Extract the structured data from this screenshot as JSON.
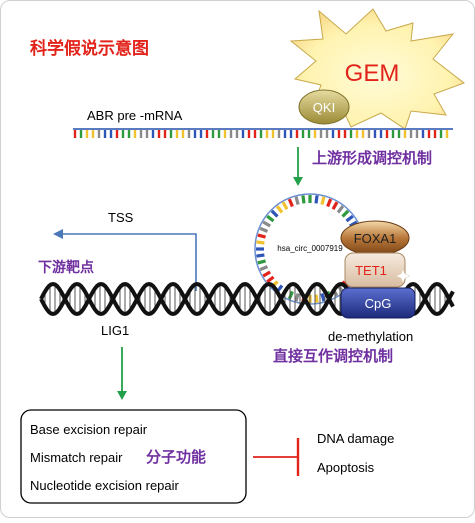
{
  "title": "科学假说示意图",
  "drug": "GEM",
  "protein_qki": "QKI",
  "pre_mrna_label": "ABR pre -mRNA",
  "upstream_label": "上游形成调控机制",
  "tss_label": "TSS",
  "circ_label": "hsa_circ_0007919",
  "foxa1_label": "FOXA1",
  "tet1_label": "TET1",
  "cpg_label": "CpG",
  "downstream_label": "下游靶点",
  "lig1_label": "LIG1",
  "demethylation_label": "de-methylation",
  "interaction_label": "直接互作调控机制",
  "repair_items": [
    "Base excision repair",
    "Mismatch repair",
    "Nucleotide excision repair"
  ],
  "molecular_function_label": "分子功能",
  "outcomes": [
    "DNA damage",
    "Apoptosis"
  ],
  "colors": {
    "title_red": "#e2231a",
    "purple": "#7030a0",
    "green_arrow": "#22a04a",
    "blue_arrow": "#4a78b8",
    "red_inhibit": "#e2231a",
    "cpg_blue": "#2e3f9e",
    "foxa1_fill": "#a0612a",
    "tet1_fill": "#ead6c2",
    "qki_fill": "#c9b65a"
  }
}
